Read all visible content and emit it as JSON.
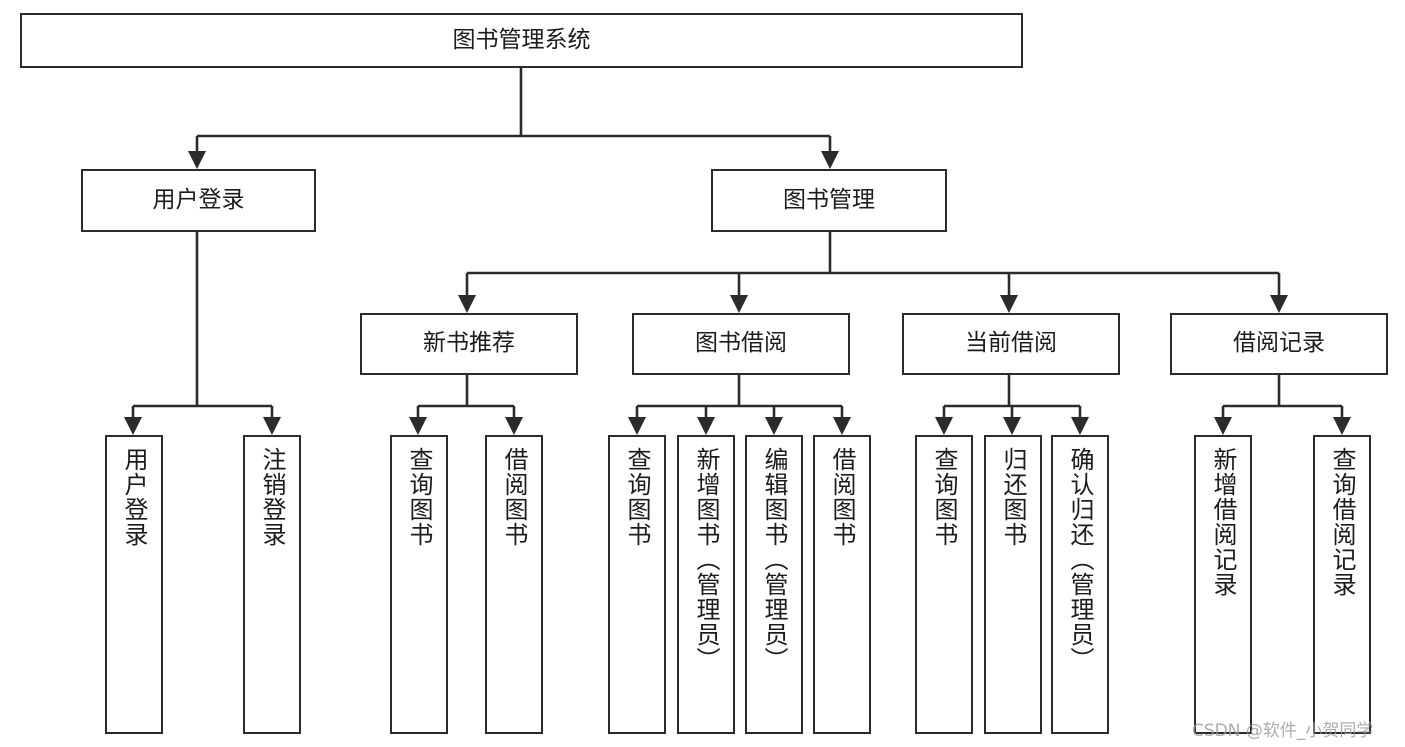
{
  "diagram": {
    "type": "tree",
    "title": "图书管理系统",
    "watermark": "CSDN @软件_小贺同学",
    "colors": {
      "box_border": "#2b2b2b",
      "box_fill": "#ffffff",
      "edge": "#2b2b2b",
      "text": "#1c1c1c",
      "watermark": "#9b9b9b"
    },
    "nodes": {
      "root": {
        "label": "图书管理系统",
        "level": 1,
        "orientation": "horizontal"
      },
      "l2_user_login": {
        "label": "用户登录",
        "level": 2,
        "orientation": "horizontal"
      },
      "l2_book_manage": {
        "label": "图书管理",
        "level": 2,
        "orientation": "horizontal"
      },
      "l3_new_book_rec": {
        "label": "新书推荐",
        "level": 3,
        "orientation": "horizontal"
      },
      "l3_book_borrow": {
        "label": "图书借阅",
        "level": 3,
        "orientation": "horizontal"
      },
      "l3_current_borrow": {
        "label": "当前借阅",
        "level": 3,
        "orientation": "horizontal"
      },
      "l3_borrow_record": {
        "label": "借阅记录",
        "level": 3,
        "orientation": "horizontal"
      },
      "leaf_user_login": {
        "label": "用户登录",
        "level": 4,
        "orientation": "vertical",
        "parent": "用户登录"
      },
      "leaf_logout": {
        "label": "注销登录",
        "level": 4,
        "orientation": "vertical",
        "parent": "用户登录"
      },
      "leaf_rec_query": {
        "label": "查询图书",
        "level": 4,
        "orientation": "vertical",
        "parent": "新书推荐"
      },
      "leaf_rec_borrow": {
        "label": "借阅图书",
        "level": 4,
        "orientation": "vertical",
        "parent": "新书推荐"
      },
      "leaf_bb_query": {
        "label": "查询图书",
        "level": 4,
        "orientation": "vertical",
        "parent": "图书借阅"
      },
      "leaf_bb_add": {
        "label": "新增图书（管理员）",
        "level": 4,
        "orientation": "vertical",
        "parent": "图书借阅"
      },
      "leaf_bb_edit": {
        "label": "编辑图书（管理员）",
        "level": 4,
        "orientation": "vertical",
        "parent": "图书借阅"
      },
      "leaf_bb_borrow": {
        "label": "借阅图书",
        "level": 4,
        "orientation": "vertical",
        "parent": "图书借阅"
      },
      "leaf_cb_query": {
        "label": "查询图书",
        "level": 4,
        "orientation": "vertical",
        "parent": "当前借阅"
      },
      "leaf_cb_return": {
        "label": "归还图书",
        "level": 4,
        "orientation": "vertical",
        "parent": "当前借阅"
      },
      "leaf_cb_confirm": {
        "label": "确认归还（管理员）",
        "level": 4,
        "orientation": "vertical",
        "parent": "当前借阅"
      },
      "leaf_br_add": {
        "label": "新增借阅记录",
        "level": 4,
        "orientation": "vertical",
        "parent": "借阅记录"
      },
      "leaf_br_query": {
        "label": "查询借阅记录",
        "level": 4,
        "orientation": "vertical",
        "parent": "借阅记录"
      }
    },
    "edges": [
      {
        "from": "图书管理系统",
        "to": "用户登录"
      },
      {
        "from": "图书管理系统",
        "to": "图书管理"
      },
      {
        "from": "图书管理",
        "to": "新书推荐"
      },
      {
        "from": "图书管理",
        "to": "图书借阅"
      },
      {
        "from": "图书管理",
        "to": "当前借阅"
      },
      {
        "from": "图书管理",
        "to": "借阅记录"
      },
      {
        "from": "用户登录",
        "to": "用户登录(叶)"
      },
      {
        "from": "用户登录",
        "to": "注销登录"
      },
      {
        "from": "新书推荐",
        "to": "查询图书"
      },
      {
        "from": "新书推荐",
        "to": "借阅图书"
      },
      {
        "from": "图书借阅",
        "to": "查询图书"
      },
      {
        "from": "图书借阅",
        "to": "新增图书（管理员）"
      },
      {
        "from": "图书借阅",
        "to": "编辑图书（管理员）"
      },
      {
        "from": "图书借阅",
        "to": "借阅图书"
      },
      {
        "from": "当前借阅",
        "to": "查询图书"
      },
      {
        "from": "当前借阅",
        "to": "归还图书"
      },
      {
        "from": "当前借阅",
        "to": "确认归还（管理员）"
      },
      {
        "from": "借阅记录",
        "to": "新增借阅记录"
      },
      {
        "from": "借阅记录",
        "to": "查询借阅记录"
      }
    ]
  }
}
